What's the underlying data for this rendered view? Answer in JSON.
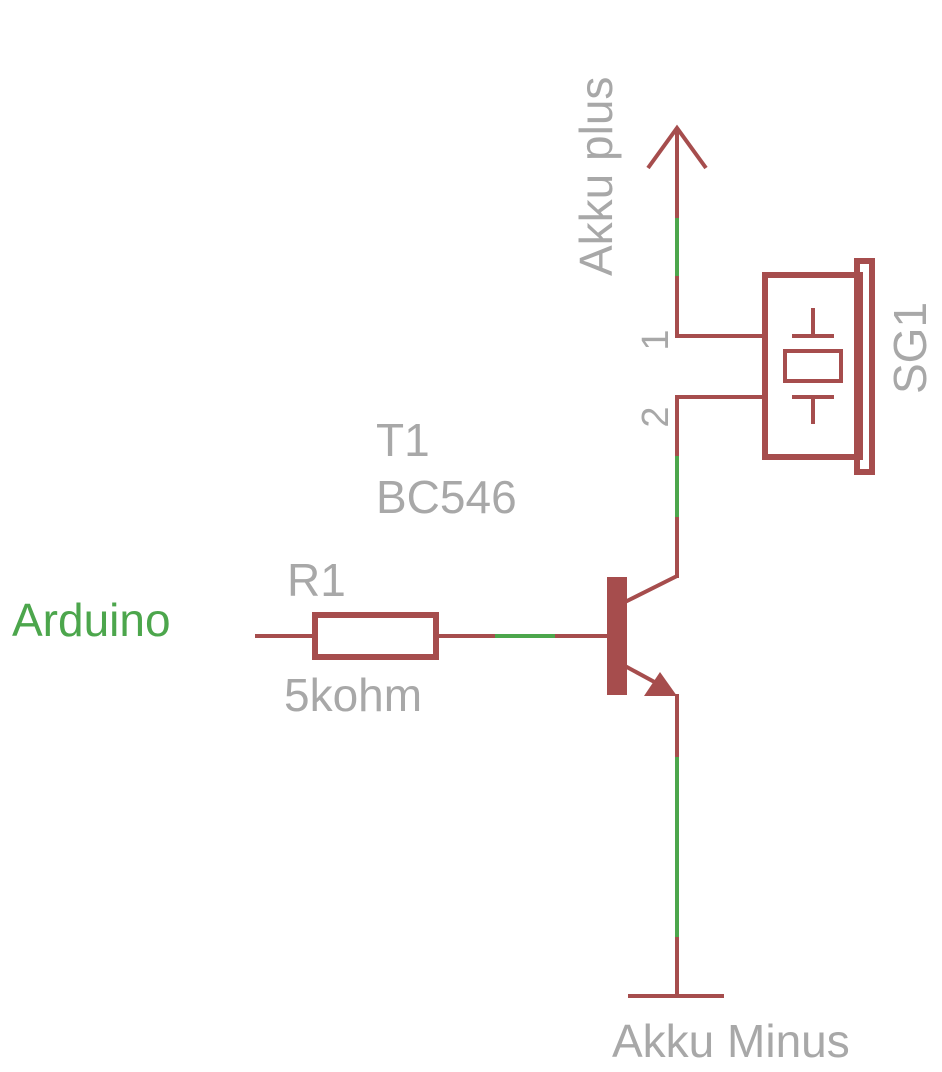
{
  "labels": {
    "supply": "Akku plus",
    "ground": "Akku Minus",
    "input": "Arduino",
    "resistor_name": "R1",
    "resistor_value": "5kohm",
    "transistor_name": "T1",
    "transistor_value": "BC546",
    "buzzer_name": "SG1",
    "pin1": "1",
    "pin2": "2"
  },
  "colors": {
    "wire": "#a64d4d",
    "net_segment": "#4ca64c",
    "label": "#a8a8a8",
    "net_label": "#4ca64c"
  }
}
